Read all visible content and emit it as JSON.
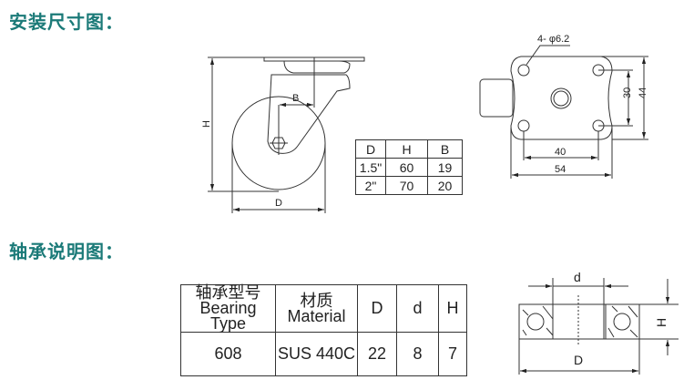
{
  "section_install": {
    "title": "安装尺寸图："
  },
  "section_bearing": {
    "title": "轴承说明图："
  },
  "caster_drawing": {
    "label_h": "H",
    "label_b": "B",
    "label_d": "D"
  },
  "size_table": {
    "headers": [
      "D",
      "H",
      "B"
    ],
    "rows": [
      [
        "1.5\"",
        "60",
        "19"
      ],
      [
        "2\"",
        "70",
        "20"
      ]
    ]
  },
  "plate_drawing": {
    "hole_label": "4- φ6.2",
    "dim_30": "30",
    "dim_44": "44",
    "dim_40": "40",
    "dim_54": "54"
  },
  "bearing_table": {
    "headers": [
      {
        "cn": "轴承型号",
        "en": "Bearing Type"
      },
      {
        "cn": "材质",
        "en": "Material"
      },
      {
        "cn": "D"
      },
      {
        "cn": "d"
      },
      {
        "cn": "H"
      }
    ],
    "row": [
      "608",
      "SUS 440C",
      "22",
      "8",
      "7"
    ]
  },
  "bearing_drawing": {
    "label_d": "d",
    "label_D": "D",
    "label_H": "H"
  }
}
